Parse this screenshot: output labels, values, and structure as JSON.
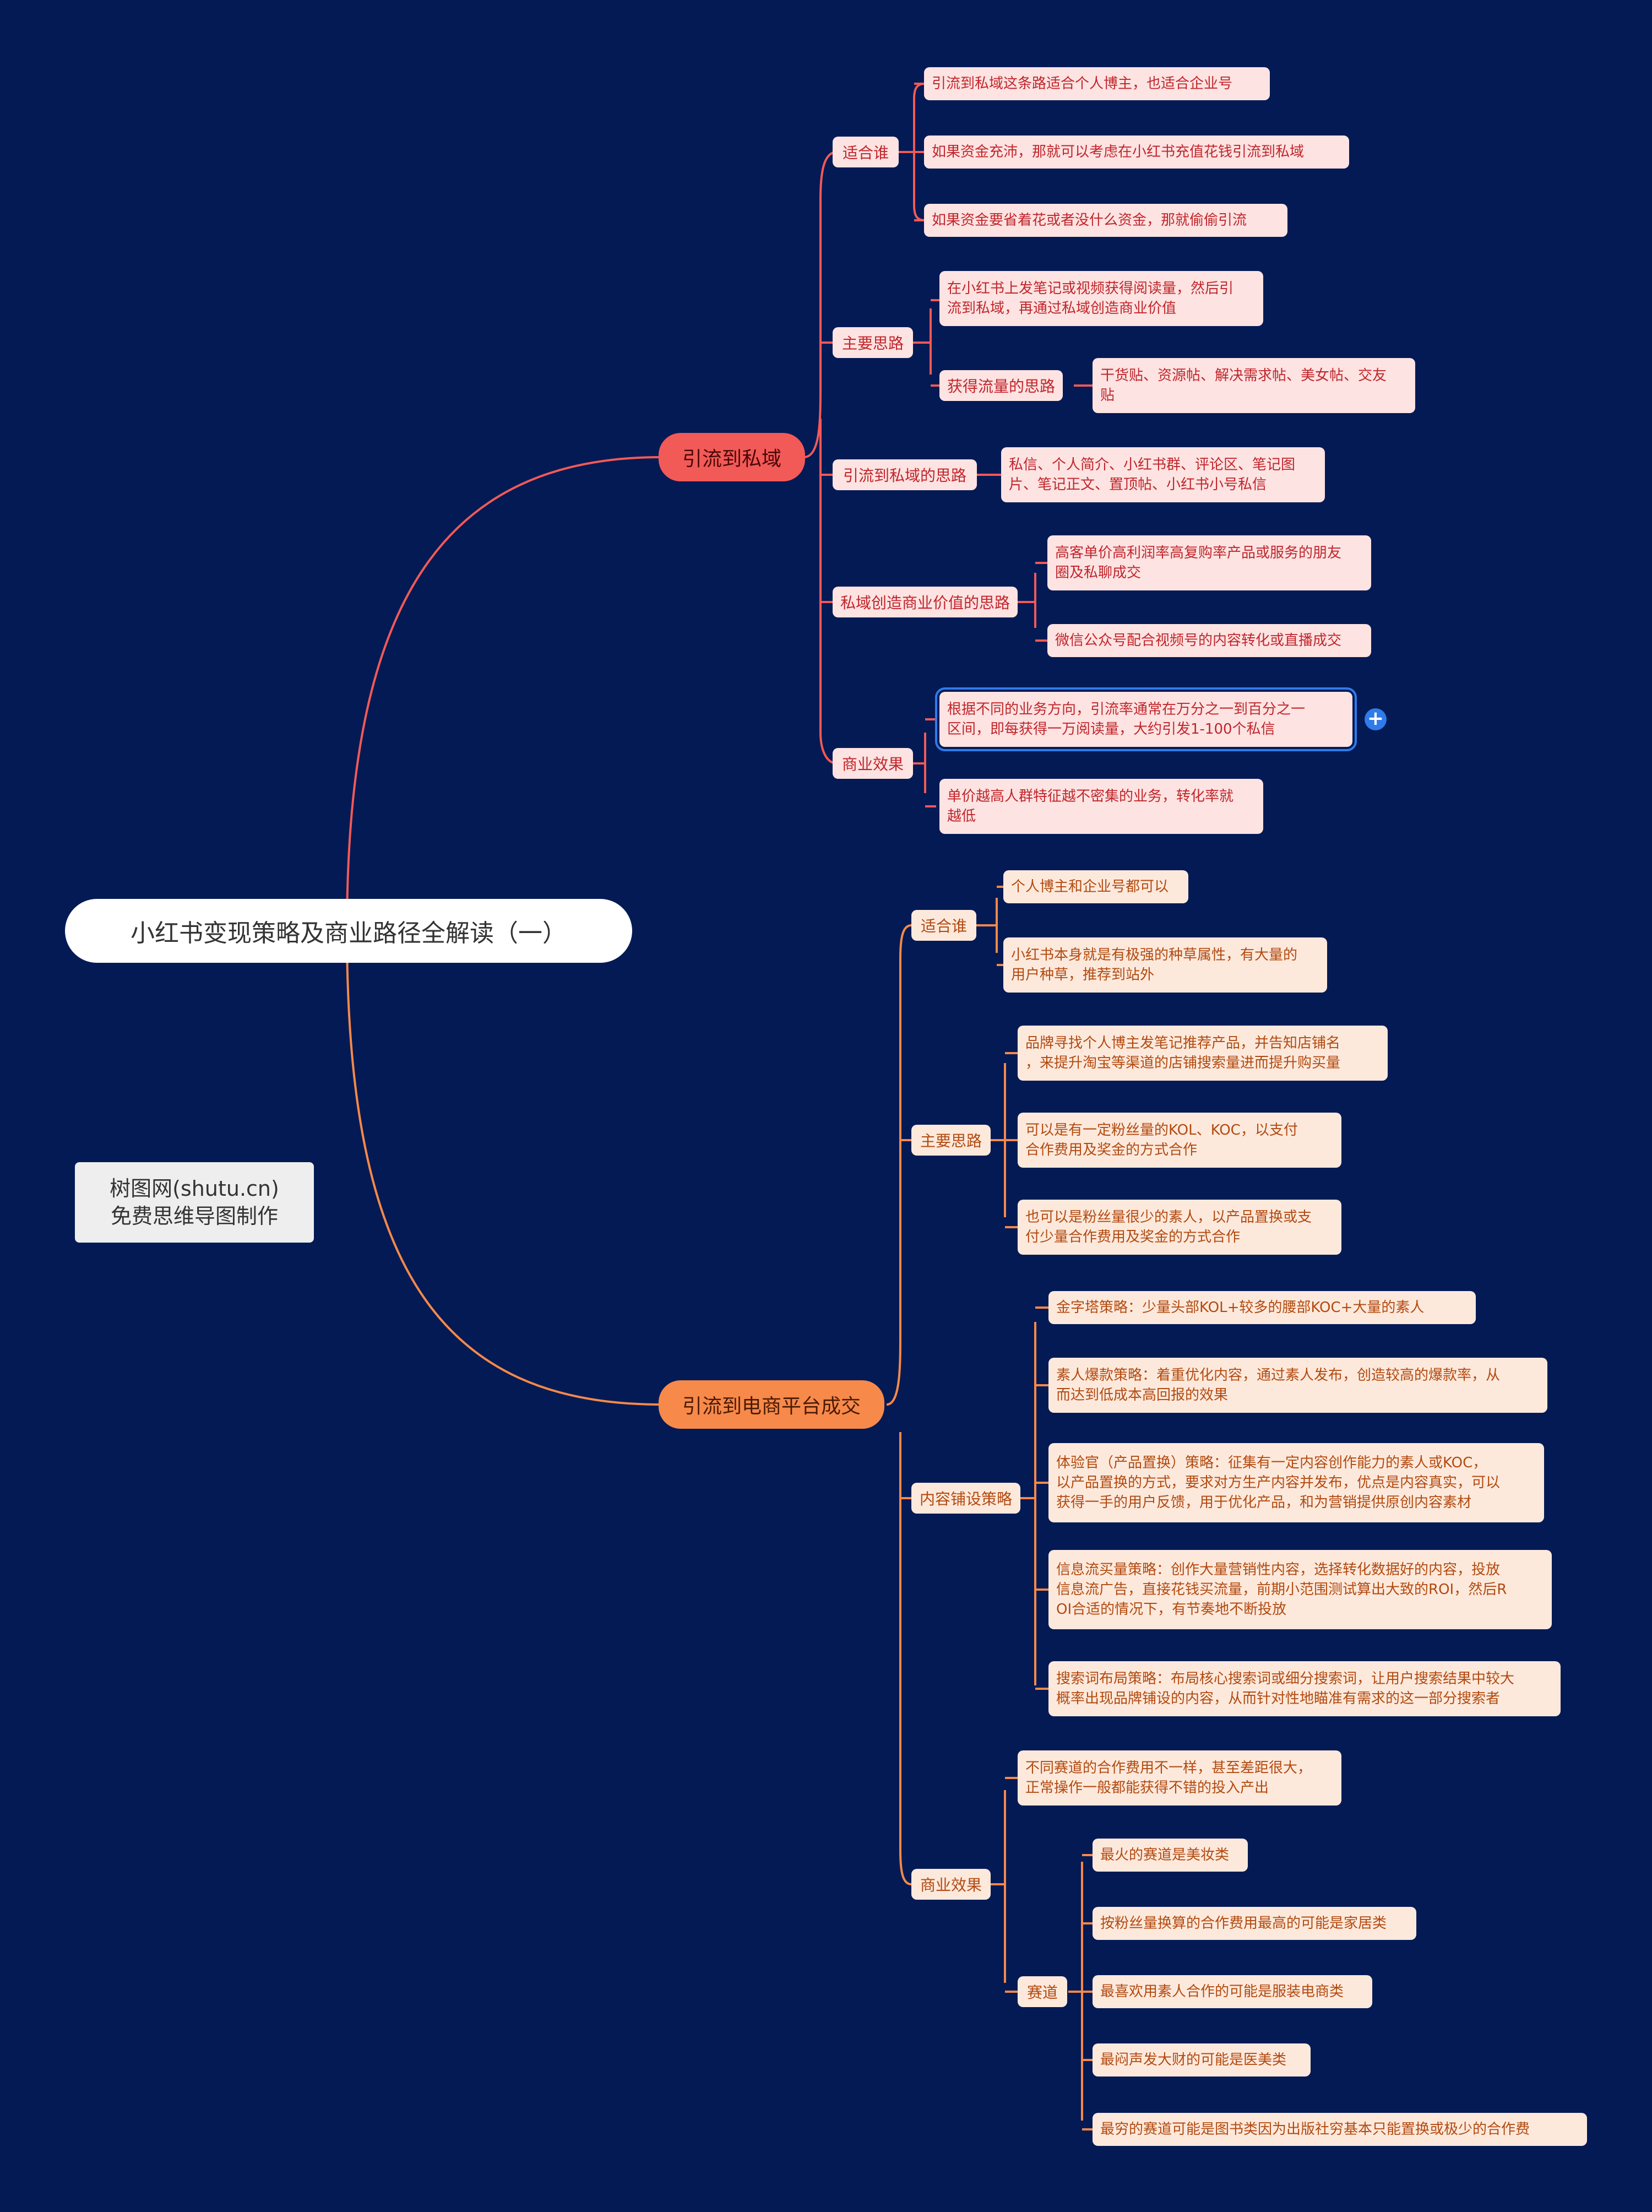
{
  "root": {
    "title": "小红书变现策略及商业路径全解读（一）"
  },
  "branch1": {
    "label": "引流到私域",
    "suit": {
      "label": "适合谁",
      "items": [
        "引流到私域这条路适合个人博主，也适合企业号",
        "如果资金充沛，那就可以考虑在小红书充值花钱引流到私域",
        "如果资金要省着花或者没什么资金，那就偷偷引流"
      ]
    },
    "idea": {
      "label": "主要思路",
      "item1": [
        "在小红书上发笔记或视频获得阅读量，然后引",
        "流到私域，再通过私域创造商业价值"
      ],
      "traffic": {
        "label": "获得流量的思路",
        "leaf": [
          "干货贴、资源帖、解决需求帖、美女帖、交友",
          "贴"
        ]
      }
    },
    "method": {
      "label": "引流到私域的思路",
      "leaf": [
        "私信、个人简介、小红书群、评论区、笔记图",
        "片、笔记正文、置顶帖、小红书小号私信"
      ]
    },
    "value": {
      "label": "私域创造商业价值的思路",
      "item1": [
        "高客单价高利润率高复购率产品或服务的朋友",
        "圈及私聊成交"
      ],
      "item2": "微信公众号配合视频号的内容转化或直播成交"
    },
    "effect": {
      "label": "商业效果",
      "item1": [
        "根据不同的业务方向，引流率通常在万分之一到百分之一",
        "区间，即每获得一万阅读量，大约引发1-100个私信"
      ],
      "item2": [
        "单价越高人群特征越不密集的业务，转化率就",
        "越低"
      ]
    }
  },
  "branch2": {
    "label": "引流到电商平台成交",
    "suit": {
      "label": "适合谁",
      "item1": "个人博主和企业号都可以",
      "item2": [
        "小红书本身就是有极强的种草属性，有大量的",
        "用户种草，推荐到站外"
      ]
    },
    "idea": {
      "label": "主要思路",
      "item1": [
        "品牌寻找个人博主发笔记推荐产品，并告知店铺名",
        "，来提升淘宝等渠道的店铺搜索量进而提升购买量"
      ],
      "item2": [
        "可以是有一定粉丝量的KOL、KOC，以支付",
        "合作费用及奖金的方式合作"
      ],
      "item3": [
        "也可以是粉丝量很少的素人，以产品置换或支",
        "付少量合作费用及奖金的方式合作"
      ]
    },
    "content": {
      "label": "内容铺设策略",
      "item1": "金字塔策略：少量头部KOL+较多的腰部KOC+大量的素人",
      "item2": [
        "素人爆款策略：着重优化内容，通过素人发布，创造较高的爆款率，从",
        "而达到低成本高回报的效果"
      ],
      "item3": [
        "体验官（产品置换）策略：征集有一定内容创作能力的素人或KOC，",
        "以产品置换的方式，要求对方生产内容并发布，优点是内容真实，可以",
        "获得一手的用户反馈，用于优化产品，和为营销提供原创内容素材"
      ],
      "item4": [
        "信息流买量策略：创作大量营销性内容，选择转化数据好的内容，投放",
        "信息流广告，直接花钱买流量，前期小范围测试算出大致的ROI，然后R",
        "OI合适的情况下，有节奏地不断投放"
      ],
      "item5": [
        "搜索词布局策略：布局核心搜索词或细分搜索词，让用户搜索结果中较大",
        "概率出现品牌铺设的内容，从而针对性地瞄准有需求的这一部分搜索者"
      ]
    },
    "effect": {
      "label": "商业效果",
      "item1": [
        "不同赛道的合作费用不一样，甚至差距很大，",
        "正常操作一般都能获得不错的投入产出"
      ],
      "track": {
        "label": "赛道",
        "items": [
          "最火的赛道是美妆类",
          "按粉丝量换算的合作费用最高的可能是家居类",
          "最喜欢用素人合作的可能是服装电商类",
          "最闷声发大财的可能是医美类",
          "最穷的赛道可能是图书类因为出版社穷基本只能置换或极少的合作费"
        ]
      }
    }
  },
  "brand": {
    "line1": "树图网(shutu.cn)",
    "line2": "免费思维导图制作"
  },
  "colors": {
    "background": "#031a55",
    "red": "#f25a57",
    "orange": "#f7894a"
  }
}
